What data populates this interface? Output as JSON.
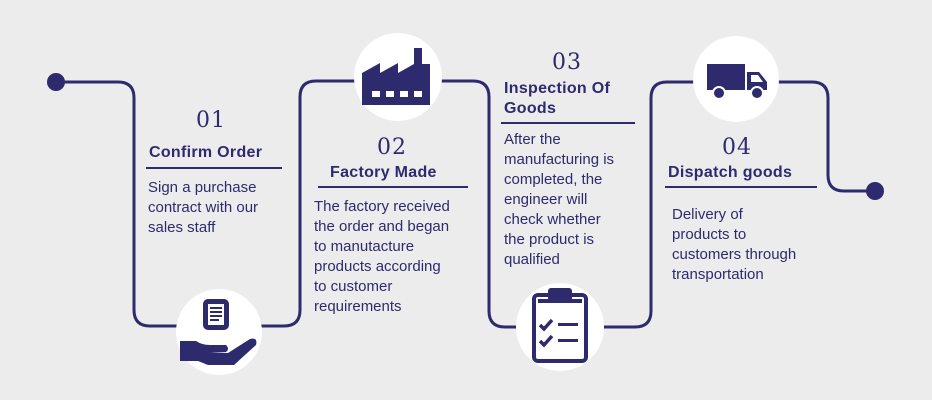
{
  "colors": {
    "navy": "#2e2a6e",
    "background": "#ececec",
    "white": "#ffffff"
  },
  "steps": [
    {
      "number": "01",
      "title": "Confirm Order",
      "lines": [
        "Sign a purchase",
        "contract with our",
        "sales staff"
      ],
      "icon": "contract-hand-icon"
    },
    {
      "number": "02",
      "title": "Factory Made",
      "lines": [
        "The factory received",
        "the order and began",
        "to manutacture",
        "products according",
        "to customer",
        "requirements"
      ],
      "icon": "factory-icon"
    },
    {
      "number": "03",
      "title_lines": [
        "Inspection Of",
        "Goods"
      ],
      "lines": [
        "After the",
        "manufacturing is",
        "completed, the",
        "engineer will",
        "check whether",
        "the product is",
        "qualified"
      ],
      "icon": "clipboard-checklist-icon"
    },
    {
      "number": "04",
      "title": "Dispatch goods",
      "lines": [
        "Delivery of",
        "products to",
        "customers through",
        "transportation"
      ],
      "icon": "delivery-truck-icon"
    }
  ]
}
